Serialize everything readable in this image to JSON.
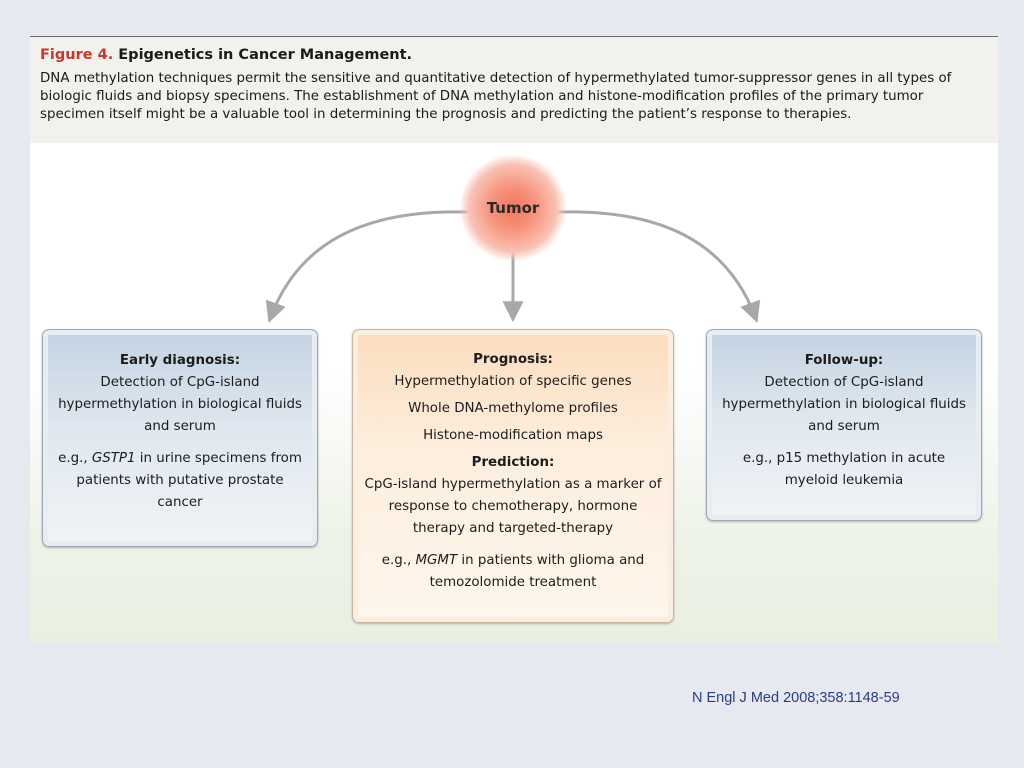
{
  "caption": {
    "label": "Figure 4.",
    "title": "Epigenetics in Cancer Management.",
    "text": "DNA methylation techniques permit the sensitive and quantitative detection of hypermethylated tumor-suppressor genes in all types of biologic fluids and biopsy specimens. The establishment of DNA methylation and histone-modification profiles of the primary tumor specimen itself might be a valuable tool in determining the prognosis and predicting the patient’s response to therapies."
  },
  "diagram": {
    "center_node": "Tumor",
    "colors": {
      "arrow": "#a8a8a8",
      "tumor_glow": "#f3765c",
      "side_box": "#c3d2e2",
      "center_box": "#fbdcbd"
    },
    "early_diagnosis": {
      "heading": "Early diagnosis:",
      "detection": "Detection of CpG-island hypermethylation in biological fluids and serum",
      "example_prefix": "e.g., ",
      "example_gene": "GSTP1",
      "example_suffix": " in urine specimens from patients with putative prostate cancer"
    },
    "prognosis": {
      "heading": "Prognosis:",
      "items": [
        "Hypermethylation of specific genes",
        "Whole DNA-methylome profiles",
        "Histone-modification maps"
      ]
    },
    "prediction": {
      "heading": "Prediction:",
      "text": "CpG-island hypermethylation as a marker of response to chemotherapy, hormone therapy and targeted-therapy",
      "example_prefix": "e.g., ",
      "example_gene": "MGMT",
      "example_suffix": " in patients with glioma and temozolomide treatment"
    },
    "follow_up": {
      "heading": "Follow-up:",
      "detection": "Detection of CpG-island hypermethylation in biological fluids and serum",
      "example": "e.g., p15 methylation in acute myeloid leukemia"
    }
  },
  "citation": "N Engl J Med 2008;358:1148-59"
}
